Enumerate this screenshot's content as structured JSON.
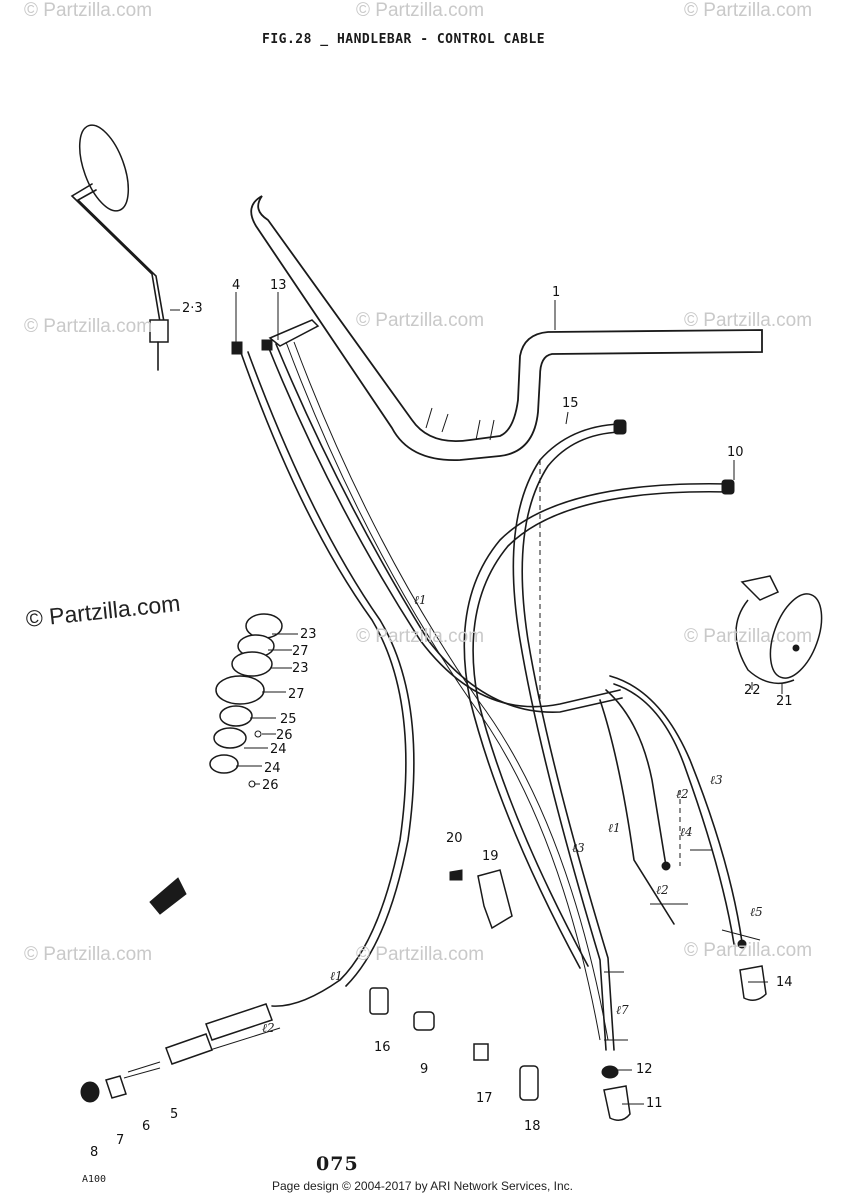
{
  "figure": {
    "title": "FIG.28 _ HANDLEBAR - CONTROL CABLE",
    "page_number": "075",
    "page_code": "A100",
    "footer": "Page design © 2004-2017 by ARI Network Services, Inc."
  },
  "watermarks": {
    "brand": "© Partzilla.com",
    "brand_prominent": "© Partzilla.com"
  },
  "callouts": [
    {
      "id": "c-1",
      "text": "1"
    },
    {
      "id": "c-2-3",
      "text": "2·3"
    },
    {
      "id": "c-4",
      "text": "4"
    },
    {
      "id": "c-5",
      "text": "5"
    },
    {
      "id": "c-6",
      "text": "6"
    },
    {
      "id": "c-7",
      "text": "7"
    },
    {
      "id": "c-8",
      "text": "8"
    },
    {
      "id": "c-9",
      "text": "9"
    },
    {
      "id": "c-10",
      "text": "10"
    },
    {
      "id": "c-11",
      "text": "11"
    },
    {
      "id": "c-12",
      "text": "12"
    },
    {
      "id": "c-13",
      "text": "13"
    },
    {
      "id": "c-14",
      "text": "14"
    },
    {
      "id": "c-15",
      "text": "15"
    },
    {
      "id": "c-16",
      "text": "16"
    },
    {
      "id": "c-17",
      "text": "17"
    },
    {
      "id": "c-18",
      "text": "18"
    },
    {
      "id": "c-19",
      "text": "19"
    },
    {
      "id": "c-20",
      "text": "20"
    },
    {
      "id": "c-21",
      "text": "21"
    },
    {
      "id": "c-22",
      "text": "22"
    },
    {
      "id": "c-23a",
      "text": "23"
    },
    {
      "id": "c-27a",
      "text": "27"
    },
    {
      "id": "c-23b",
      "text": "23"
    },
    {
      "id": "c-27b",
      "text": "27"
    },
    {
      "id": "c-25",
      "text": "25"
    },
    {
      "id": "c-26a",
      "text": "26"
    },
    {
      "id": "c-24a",
      "text": "24"
    },
    {
      "id": "c-24b",
      "text": "24"
    },
    {
      "id": "c-26b",
      "text": "26"
    }
  ],
  "dimension_marks": {
    "l1": "ℓ1",
    "l2": "ℓ2",
    "l3": "ℓ3",
    "l4": "ℓ4",
    "l5": "ℓ5",
    "l7": "ℓ7"
  }
}
